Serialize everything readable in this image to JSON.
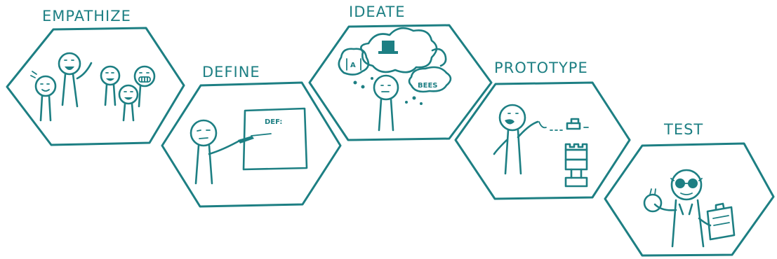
{
  "stages": [
    {
      "label": "EMPATHIZE"
    },
    {
      "label": "DEFINE",
      "board_text": "DEF:"
    },
    {
      "label": "IDEATE",
      "thought_letter": "A",
      "thought_word": "BEES"
    },
    {
      "label": "PROTOTYPE"
    },
    {
      "label": "TEST"
    }
  ],
  "colors": {
    "ink": "#1d7f83",
    "background": "#ffffff"
  }
}
